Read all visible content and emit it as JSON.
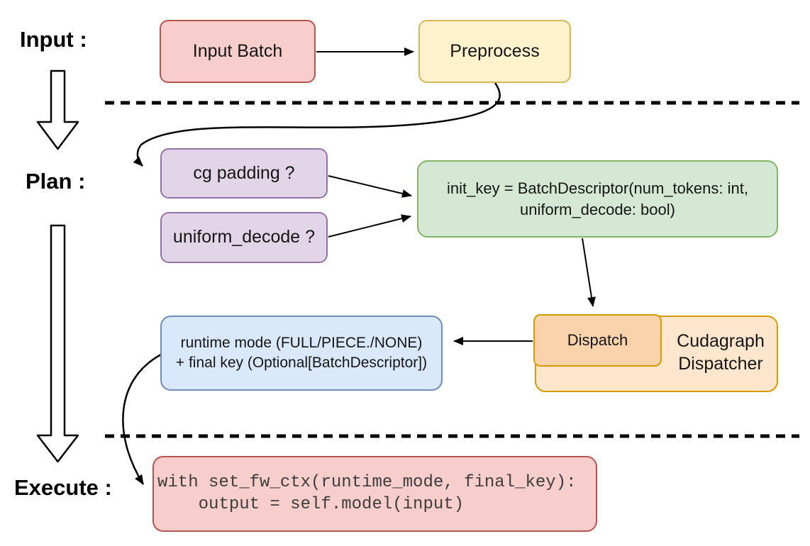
{
  "stage_labels": {
    "input": "Input :",
    "plan": "Plan :",
    "execute": "Execute :"
  },
  "nodes": {
    "input_batch": {
      "label": "Input Batch",
      "fill": "#f8cecc",
      "stroke": "#b85450"
    },
    "preprocess": {
      "label": "Preprocess",
      "fill": "#fff2cc",
      "stroke": "#d6b656"
    },
    "cg_padding": {
      "label": "cg padding ?",
      "fill": "#e1d5e7",
      "stroke": "#9673a6"
    },
    "uniform_decode": {
      "label": "uniform_decode ?",
      "fill": "#e1d5e7",
      "stroke": "#9673a6"
    },
    "init_key": {
      "line1": "init_key = BatchDescriptor(num_tokens: int,",
      "line2": "uniform_decode: bool)",
      "fill": "#d5e8d4",
      "stroke": "#82b366"
    },
    "cudagraph_dispatcher": {
      "label": "Cudagraph Dispatcher",
      "fill": "#ffe6cc",
      "stroke": "#d79b00"
    },
    "dispatch": {
      "label": "Dispatch",
      "fill": "#fad2ab",
      "stroke": "#d79b00"
    },
    "runtime_mode": {
      "line1": "runtime mode (FULL/PIECE./NONE)",
      "line2": "+ final key (Optional[BatchDescriptor])",
      "fill": "#dae8fc",
      "stroke": "#6c8ebf"
    },
    "execute_code": {
      "line1": "with set_fw_ctx(runtime_mode, final_key):",
      "line2": "    output = self.model(input)",
      "fill": "#f8cecc",
      "stroke": "#b85450"
    }
  },
  "connector_color": "#000000"
}
